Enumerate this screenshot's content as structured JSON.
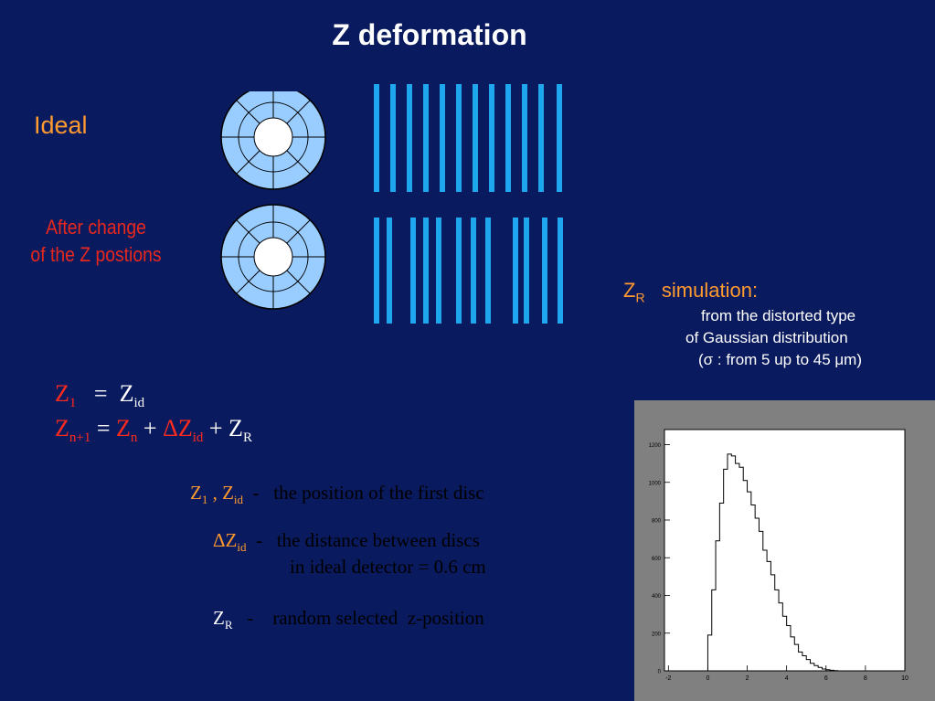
{
  "title": "Z  deformation",
  "labels": {
    "ideal": "Ideal",
    "after_line1": "After change",
    "after_line2": "of  the  Z  postions"
  },
  "simulation": {
    "z": "Z",
    "z_sub": "R",
    "heading": "simulation:",
    "line1": "from the distorted type",
    "line2": "of Gaussian distribution",
    "line3": "(σ :  from 5 up to 45 μm)"
  },
  "equations": {
    "eq1_lhs": "Z",
    "eq1_lhs_sub": "1",
    "eq1_op": "=",
    "eq1_rhs": "Z",
    "eq1_rhs_sub": "id",
    "eq2_lhs": "Z",
    "eq2_lhs_sub": "n+1",
    "eq2_op": "=",
    "eq2_t1": "Z",
    "eq2_t1_sub": "n",
    "eq2_plus1": "+",
    "eq2_t2": "ΔZ",
    "eq2_t2_sub": "id",
    "eq2_plus2": "+",
    "eq2_t3": "Z",
    "eq2_t3_sub": "R"
  },
  "definitions": {
    "d1_z": "Z",
    "d1_z_sub": "1",
    "d1_sep": " , ",
    "d1_zid": "Z",
    "d1_zid_sub": "id",
    "d1_text": "  -   the position of the first disc",
    "d2_dz": "ΔZ",
    "d2_dz_sub": "id",
    "d2_text1": "  -   the distance between discs",
    "d2_text2": "in ideal detector  = 0.6 cm",
    "d3_z": "Z",
    "d3_z_sub": "R",
    "d3_text": "   -    random selected  z-position"
  },
  "colors": {
    "background": "#0a1a5e",
    "orange": "#ff9a2e",
    "red": "#ff2a1e",
    "bar": "#1ea6ee",
    "disc": "#99ccff"
  },
  "chart_data": {
    "type": "histogram",
    "x_ticks": [
      -2,
      0,
      2,
      4,
      6,
      8,
      10
    ],
    "y_ticks": [
      0,
      200,
      400,
      600,
      800,
      1000,
      1200
    ],
    "xlim": [
      -2.2,
      10
    ],
    "ylim": [
      0,
      1280
    ],
    "bin_width": 0.2,
    "bin_start": -1.0,
    "values": [
      0,
      0,
      0,
      0,
      0,
      190,
      430,
      690,
      890,
      1070,
      1150,
      1140,
      1100,
      1080,
      1010,
      950,
      880,
      810,
      740,
      640,
      580,
      510,
      430,
      360,
      290,
      240,
      180,
      140,
      100,
      80,
      60,
      40,
      28,
      18,
      10,
      6,
      3,
      1,
      0,
      0
    ]
  }
}
